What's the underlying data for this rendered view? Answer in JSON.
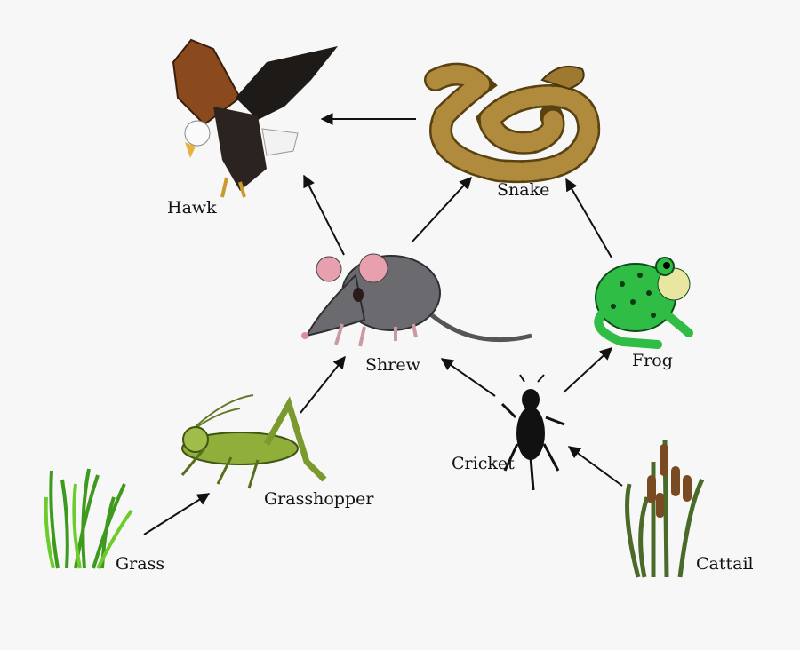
{
  "organisms": {
    "hawk": "Hawk",
    "snake": "Snake",
    "shrew": "Shrew",
    "frog": "Frog",
    "grasshopper": "Grasshopper",
    "cricket": "Cricket",
    "grass": "Grass",
    "cattail": "Cattail"
  },
  "arrows": [
    {
      "from": "Snake",
      "to": "Hawk"
    },
    {
      "from": "Shrew",
      "to": "Hawk"
    },
    {
      "from": "Shrew",
      "to": "Snake"
    },
    {
      "from": "Frog",
      "to": "Snake"
    },
    {
      "from": "Grasshopper",
      "to": "Shrew"
    },
    {
      "from": "Grass",
      "to": "Grasshopper"
    },
    {
      "from": "Cricket",
      "to": "Shrew"
    },
    {
      "from": "Cricket",
      "to": "Frog"
    },
    {
      "from": "Cattail",
      "to": "Cricket"
    }
  ]
}
